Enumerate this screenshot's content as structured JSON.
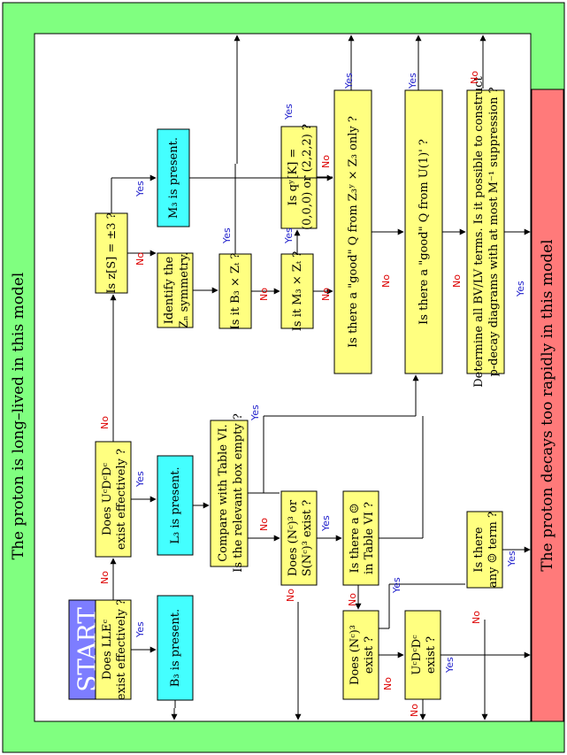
{
  "colors": {
    "green_border": "#80ff80",
    "question_box": "#ffff80",
    "symmetry_box": "#44ffff",
    "start_box": "#7d7dff",
    "decays_box": "#ff7a7a",
    "yes": "#2222cc",
    "no": "#dd0000"
  },
  "labels": {
    "long_lived": "The proton is long–lived in this model",
    "decays": "The proton decays too rapidly in this model",
    "start": "START",
    "yes": "Yes",
    "no": "No"
  },
  "nodes": {
    "q_lle_1": "Does LLEᶜ",
    "q_lle_2": "exist effectively ?",
    "b3": "B₃ is present.",
    "q_udd_1": "Does UᶜDᶜDᶜ",
    "q_udd_2": "exist effectively ?",
    "l3": "L₃ is present.",
    "q_z": "Is z[S] = ±3 ?",
    "m3": "M₃ is present.",
    "q_zn_1": "Identify the",
    "q_zn_2": "Zₙ symmetry.",
    "q_table_1": "Compare with Table VI.",
    "q_table_2": "Is the relevant box empty ?",
    "q_b3zt": "Is it B₃ × Zₜ ?",
    "q_m3zt": "Is it M₃ × Zₜ ?",
    "q_qk_1": "Is qʸ[K] =",
    "q_qk_2": "(0,0,0) or (2,2,2) ?",
    "q_nc_1": "Does (Nᶜ)³ or",
    "q_nc_2": "S(Nᶜ)³ exist ?",
    "q_smiley_1": "Is there a ☺",
    "q_smiley_2": "in Table VI ?",
    "q_good1": "Is there a \"good\" Q from Z₃ʸ × Z₃ only ?",
    "q_good2": "Is there a \"good\" Q from U(1)' ?",
    "q_det_1": "Determine all BV/LV terms. Is it possible to construct",
    "q_det_2": "p-decay diagrams with at most M⁻¹ suppression ?",
    "q_nc3_1": "Does (Nᶜ)³",
    "q_nc3_2": "exist ?",
    "q_udd2_1": "UᶜDᶜDᶜ",
    "q_udd2_2": "exist ?",
    "q_any_1": "Is there",
    "q_any_2": "any ☺ term ?"
  }
}
